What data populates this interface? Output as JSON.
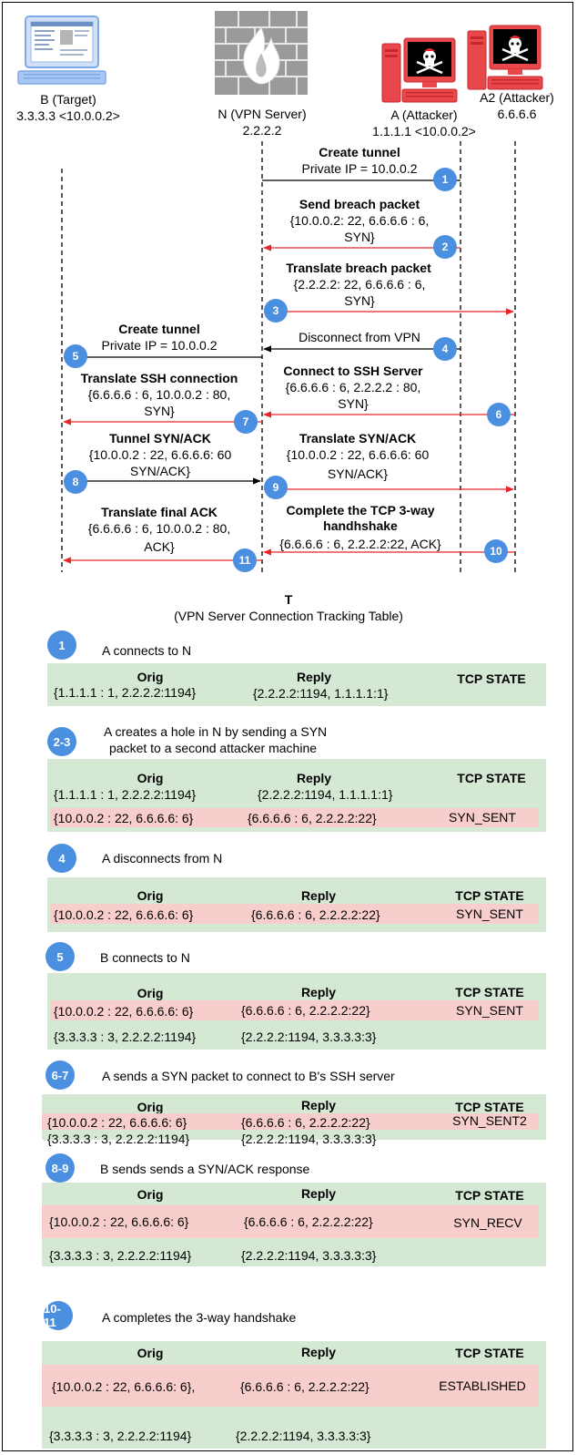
{
  "colors": {
    "step_circle": "#4a8fe0",
    "red_arrow": "#e8252a",
    "black_arrow": "#000000",
    "table_green": "#d5e8d4",
    "row_pink": "#f8cecc",
    "computer_blue": "#a7c7f2",
    "computer_red": "#e8474b"
  },
  "actors": {
    "b": {
      "name": "B (Target)",
      "ip": "3.3.3.3 <10.0.0.2>",
      "icon": "computer-icon"
    },
    "n": {
      "name": "N (VPN Server)",
      "ip": "2.2.2.2",
      "icon": "firewall-icon"
    },
    "a": {
      "name": "A (Attacker)",
      "ip": "1.1.1.1 <10.0.0.2>",
      "icon": "attacker-computer-icon"
    },
    "a2": {
      "name": "A2 (Attacker)",
      "ip": "6.6.6.6",
      "icon": "attacker-computer-icon"
    }
  },
  "messages": [
    {
      "step": "1",
      "bold": "Create tunnel",
      "lines": [
        "Private IP = 10.0.0.2"
      ]
    },
    {
      "step": "2",
      "bold": "Send breach packet",
      "lines": [
        "{10.0.0.2: 22, 6.6.6.6 : 6,",
        "SYN}"
      ]
    },
    {
      "step": "3",
      "bold": "Translate breach packet",
      "lines": [
        "{2.2.2.2:  22, 6.6.6.6 : 6,",
        "SYN}"
      ]
    },
    {
      "step": "4",
      "bold": "",
      "lines": [
        "Disconnect from VPN"
      ]
    },
    {
      "step": "5",
      "bold": "Create tunnel",
      "lines": [
        "Private IP = 10.0.0.2"
      ]
    },
    {
      "step": "6",
      "bold": "Connect to SSH Server",
      "lines": [
        "{6.6.6.6 : 6, 2.2.2.2 : 80,",
        "SYN}"
      ]
    },
    {
      "step": "7",
      "bold": "Translate SSH connection",
      "lines": [
        "{6.6.6.6 : 6, 10.0.0.2 : 80,",
        "SYN}"
      ]
    },
    {
      "step": "8",
      "bold": "Tunnel SYN/ACK",
      "lines": [
        "{10.0.0.2 : 22, 6.6.6.6: 60",
        "SYN/ACK}"
      ]
    },
    {
      "step": "9",
      "bold": "Translate SYN/ACK",
      "lines": [
        "{10.0.0.2 : 22, 6.6.6.6: 60",
        "SYN/ACK}"
      ]
    },
    {
      "step": "10",
      "bold": "Complete the TCP 3-way",
      "bold2": "handhshake",
      "lines": [
        "{6.6.6.6 : 6, 2.2.2.2:22, ACK}"
      ]
    },
    {
      "step": "11",
      "bold": "Translate final ACK",
      "lines": [
        "{6.6.6.6 : 6, 10.0.0.2 : 80,",
        "ACK}"
      ]
    }
  ],
  "table_title": "T",
  "table_subtitle": "(VPN Server Connection Tracking Table)",
  "headers": {
    "orig": "Orig",
    "reply": "Reply",
    "state": "TCP STATE"
  },
  "sections": [
    {
      "badge": "1",
      "desc": "A connects to N",
      "rows": [
        {
          "orig": "{1.1.1.1 : 1, 2.2.2.2:1194}",
          "reply": "{2.2.2.2:1194, 1.1.1.1:1}",
          "state": ""
        }
      ]
    },
    {
      "badge": "2-3",
      "desc": "A creates a hole in N by sending a SYN",
      "desc2": "packet to a second attacker machine",
      "rows": [
        {
          "orig": "{1.1.1.1 : 1, 2.2.2.2:1194}",
          "reply": "{2.2.2.2:1194, 1.1.1.1:1}",
          "state": ""
        },
        {
          "orig": "{10.0.0.2 : 22, 6.6.6.6: 6}",
          "reply": "{6.6.6.6 : 6, 2.2.2.2:22}",
          "state": "SYN_SENT"
        }
      ]
    },
    {
      "badge": "4",
      "desc": "A disconnects from N",
      "rows": [
        {
          "orig": "{10.0.0.2 : 22, 6.6.6.6: 6}",
          "reply": "{6.6.6.6 : 6, 2.2.2.2:22}",
          "state": "SYN_SENT"
        }
      ]
    },
    {
      "badge": "5",
      "desc": "B connects to N",
      "rows": [
        {
          "orig": "{10.0.0.2 : 22, 6.6.6.6: 6}",
          "reply": "{6.6.6.6 : 6, 2.2.2.2:22}",
          "state": "SYN_SENT"
        },
        {
          "orig": "{3.3.3.3 : 3, 2.2.2.2:1194}",
          "reply": "{2.2.2.2:1194, 3.3.3.3:3}",
          "state": ""
        }
      ]
    },
    {
      "badge": "6-7",
      "desc": "A sends a SYN packet to connect to B's SSH server",
      "rows": [
        {
          "orig": "{10.0.0.2 : 22, 6.6.6.6: 6}",
          "reply": "{6.6.6.6 : 6, 2.2.2.2:22}",
          "state": "SYN_SENT2"
        },
        {
          "orig": "{3.3.3.3 : 3, 2.2.2.2:1194}",
          "reply": "{2.2.2.2:1194, 3.3.3.3:3}",
          "state": ""
        }
      ]
    },
    {
      "badge": "8-9",
      "desc": "B sends sends a SYN/ACK response",
      "rows": [
        {
          "orig": "{10.0.0.2 : 22, 6.6.6.6: 6}",
          "reply": "{6.6.6.6 : 6, 2.2.2.2:22}",
          "state": "SYN_RECV"
        },
        {
          "orig": "{3.3.3.3 : 3, 2.2.2.2:1194}",
          "reply": "{2.2.2.2:1194, 3.3.3.3:3}",
          "state": ""
        }
      ]
    },
    {
      "badge": "10-11",
      "desc": "A completes the 3-way handshake",
      "rows": [
        {
          "orig": "{10.0.0.2 : 22, 6.6.6.6: 6},",
          "reply": "{6.6.6.6 : 6, 2.2.2.2:22}",
          "state": "ESTABLISHED"
        },
        {
          "orig": "{3.3.3.3 : 3, 2.2.2.2:1194}",
          "reply": "{2.2.2.2:1194, 3.3.3.3:3}",
          "state": ""
        }
      ]
    }
  ]
}
